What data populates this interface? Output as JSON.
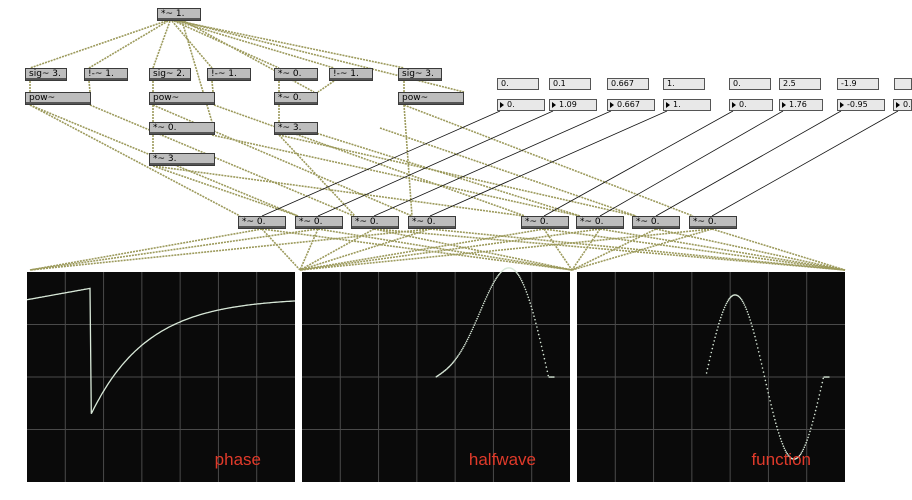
{
  "colors": {
    "label": "#e03a2a",
    "trace": "#d8e8d8",
    "wire": "#9c9a5c"
  },
  "objects": {
    "top_mul": "*~ 1.",
    "sig1": "sig~ 3.",
    "minus1": "!-~ 1.",
    "pow1": "pow~",
    "sig2": "sig~ 2.",
    "minus2": "!-~ 1.",
    "pow2": "pow~",
    "mul_a": "*~ 0.",
    "mul_b": "*~ 3.",
    "mul_c": "*~ 0.",
    "minus3": "!-~ 1.",
    "mul_d": "*~ 0.",
    "mul_e": "*~ 3.",
    "sig3": "sig~ 3.",
    "pow3": "pow~"
  },
  "number_boxes": [
    {
      "in": "0.",
      "out": "0."
    },
    {
      "in": "0.1",
      "out": "1.09"
    },
    {
      "in": "0.667",
      "out": "0.667"
    },
    {
      "in": "1.",
      "out": "1."
    },
    {
      "in": "0.",
      "out": "0."
    },
    {
      "in": "2.5",
      "out": "1.76"
    },
    {
      "in": "-1.9",
      "out": "-0.95"
    },
    {
      "in": "",
      "out": "0."
    }
  ],
  "mixers": [
    "*~ 0.",
    "*~ 0.",
    "*~ 0.",
    "*~ 0.",
    "*~ 0.",
    "*~ 0.",
    "*~ 0.",
    "*~ 0."
  ],
  "scopes": [
    {
      "label": "phase",
      "shape": "phase"
    },
    {
      "label": "halfwave",
      "shape": "halfwave"
    },
    {
      "label": "function",
      "shape": "function"
    }
  ]
}
